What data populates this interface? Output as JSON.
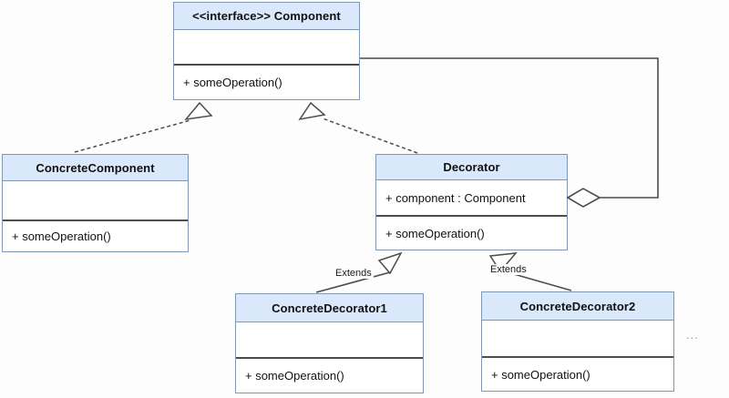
{
  "classes": {
    "component": {
      "name": "<<interface>> Component",
      "attributes": [],
      "methods": [
        "+ someOperation()"
      ]
    },
    "concrete_component": {
      "name": "ConcreteComponent",
      "attributes": [],
      "methods": [
        "+ someOperation()"
      ]
    },
    "decorator": {
      "name": "Decorator",
      "attributes": [
        "+ component : Component"
      ],
      "methods": [
        "+ someOperation()"
      ]
    },
    "concrete_decorator1": {
      "name": "ConcreteDecorator1",
      "attributes": [],
      "methods": [
        "+ someOperation()"
      ]
    },
    "concrete_decorator2": {
      "name": "ConcreteDecorator2",
      "attributes": [],
      "methods": [
        "+ someOperation()"
      ]
    }
  },
  "labels": {
    "extends_left": "Extends",
    "extends_right": "Extends",
    "ellipsis": "..."
  },
  "relationships": [
    {
      "from": "ConcreteComponent",
      "to": "Component",
      "type": "realization",
      "style": "dashed-hollow-triangle"
    },
    {
      "from": "Decorator",
      "to": "Component",
      "type": "realization",
      "style": "dashed-hollow-triangle"
    },
    {
      "from": "ConcreteDecorator1",
      "to": "Decorator",
      "type": "inheritance",
      "label": "Extends",
      "style": "solid-hollow-triangle"
    },
    {
      "from": "ConcreteDecorator2",
      "to": "Decorator",
      "type": "inheritance",
      "label": "Extends",
      "style": "solid-hollow-triangle"
    },
    {
      "from": "Decorator",
      "to": "Component",
      "type": "aggregation",
      "style": "solid-hollow-diamond"
    }
  ],
  "colors": {
    "header_fill": "#dae8fc",
    "box_border": "#7d97b5",
    "divider": "#4d4d4d",
    "line": "#4d4d4d",
    "background": "#fdfdfd"
  }
}
